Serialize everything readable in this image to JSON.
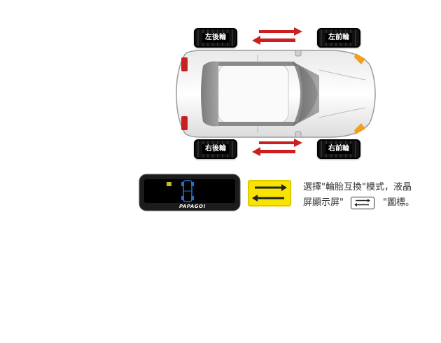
{
  "tires": {
    "rear_left": "左後輪",
    "front_left": "左前輪",
    "rear_right": "右後輪",
    "front_right": "右前輪"
  },
  "device": {
    "brand": "PAPAGO!"
  },
  "instruction": {
    "line1": "選擇\"輪胎互換\"模式，液晶",
    "line2a": "屏顯示屏\"",
    "line2b": "\"圖標。"
  },
  "colors": {
    "arrow_red": "#cc1f1f",
    "icon_yellow": "#f7e400",
    "device_screen_blue": "#1e6fd6"
  },
  "icons": {
    "swap": "swap-arrows-icon"
  }
}
